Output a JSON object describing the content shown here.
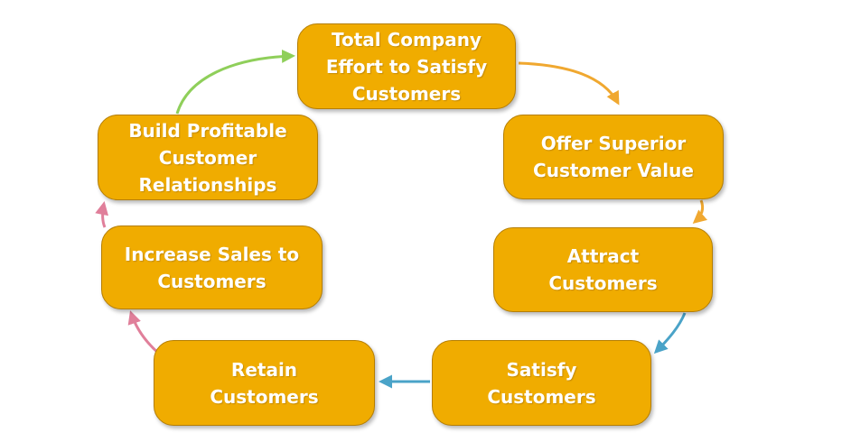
{
  "nodes": [
    {
      "label": "Total Company\nEffort to Satisfy\nCustomers"
    },
    {
      "label": "Offer Superior\nCustomer Value"
    },
    {
      "label": "Attract\nCustomers"
    },
    {
      "label": "Satisfy\nCustomers"
    },
    {
      "label": "Retain\nCustomers"
    },
    {
      "label": "Increase Sales to\nCustomers"
    },
    {
      "label": "Build Profitable\nCustomer\nRelationships"
    }
  ],
  "colors": {
    "node_fill": "#f0ac00",
    "node_border": "#b57e00",
    "text": "#ffffff",
    "arrow_orange": "#f0a830",
    "arrow_blue": "#4aa3c8",
    "arrow_pink": "#e07f9a",
    "arrow_green": "#8fcf5a"
  }
}
